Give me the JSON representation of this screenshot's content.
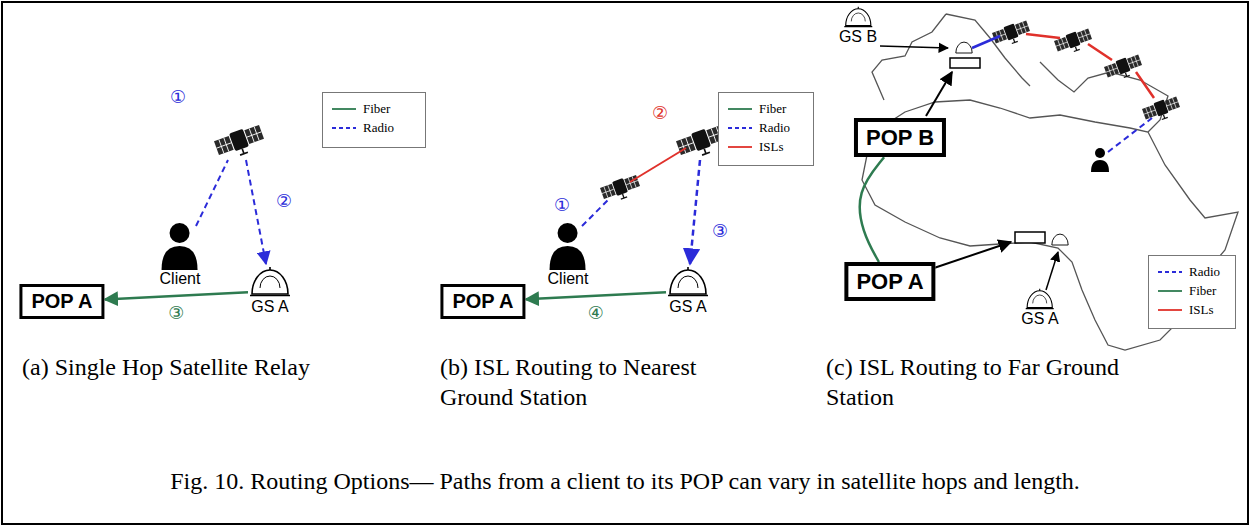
{
  "diagram": {
    "caption": "Fig. 10. Routing Options— Paths from a client to its POP can vary in satellite hops and length.",
    "nodes": [
      {
        "text": [
          "Client"
        ]
      },
      {
        "text": [
          "GS A"
        ]
      },
      {
        "text": [
          "POP A"
        ]
      },
      {
        "text": [
          "Client"
        ]
      },
      {
        "text": [
          "GS A"
        ]
      },
      {
        "text": [
          "POP A"
        ]
      },
      {
        "text": [
          "GS B"
        ]
      },
      {
        "text": [
          "POP B"
        ]
      },
      {
        "text": [
          "POP A"
        ]
      },
      {
        "text": [
          "GS A"
        ]
      }
    ],
    "edges": [
      {
        "from": 1,
        "to": 2,
        "arrow": "to",
        "label": "③"
      },
      {
        "from": 4,
        "to": 5,
        "arrow": "to",
        "label": "④"
      },
      {
        "from": 8,
        "to": 7,
        "arrow": "none"
      }
    ],
    "labels": [
      "①",
      "②",
      "①",
      "②",
      "③",
      "(a) Single Hop Satellite Relay",
      "(b) ISL Routing to Nearest Ground Station",
      "(c) ISL Routing to Far Ground Station"
    ],
    "legend": [
      {
        "text": "Fiber"
      },
      {
        "text": "Radio"
      },
      {
        "text": "Fiber"
      },
      {
        "text": "Radio"
      },
      {
        "text": "ISLs"
      },
      {
        "text": "Radio"
      },
      {
        "text": "Fiber"
      },
      {
        "text": "ISLs"
      }
    ]
  }
}
